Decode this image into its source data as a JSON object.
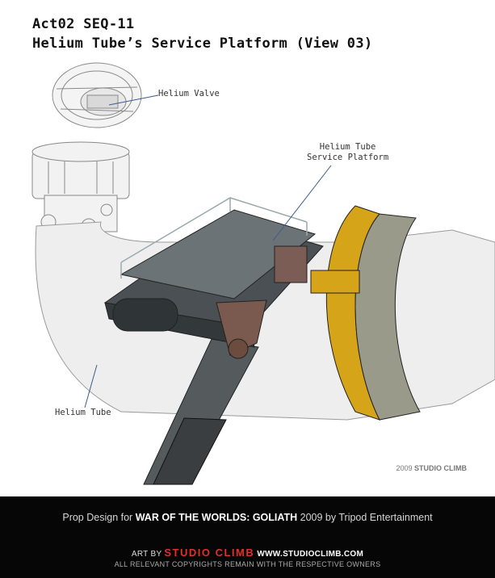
{
  "header": {
    "line1": "Act02 SEQ-11",
    "line2": "Helium Tube’s Service Platform (View 03)"
  },
  "labels": {
    "valve": "Helium Valve",
    "platform_line1": "Helium Tube",
    "platform_line2": "Service Platform",
    "tube": "Helium Tube"
  },
  "watermark": {
    "year": "2009",
    "studio": "STUDIO CLIMB"
  },
  "footer": {
    "prefix": "Prop Design for",
    "title": "WAR OF THE WORLDS: GOLIATH",
    "suffix": "2009 by Tripod Entertainment",
    "art_by": "ART BY",
    "studio": "STUDIO CLIMB",
    "url": "WWW.STUDIOCLIMB.COM",
    "rights": "ALL RELEVANT COPYRIGHTS REMAIN WITH THE RESPECTIVE OWNERS"
  },
  "colors": {
    "footer_bg": "#060606",
    "studio_red": "#e0302a",
    "metal_dark": "#3f4447",
    "brass": "#d6a418"
  }
}
